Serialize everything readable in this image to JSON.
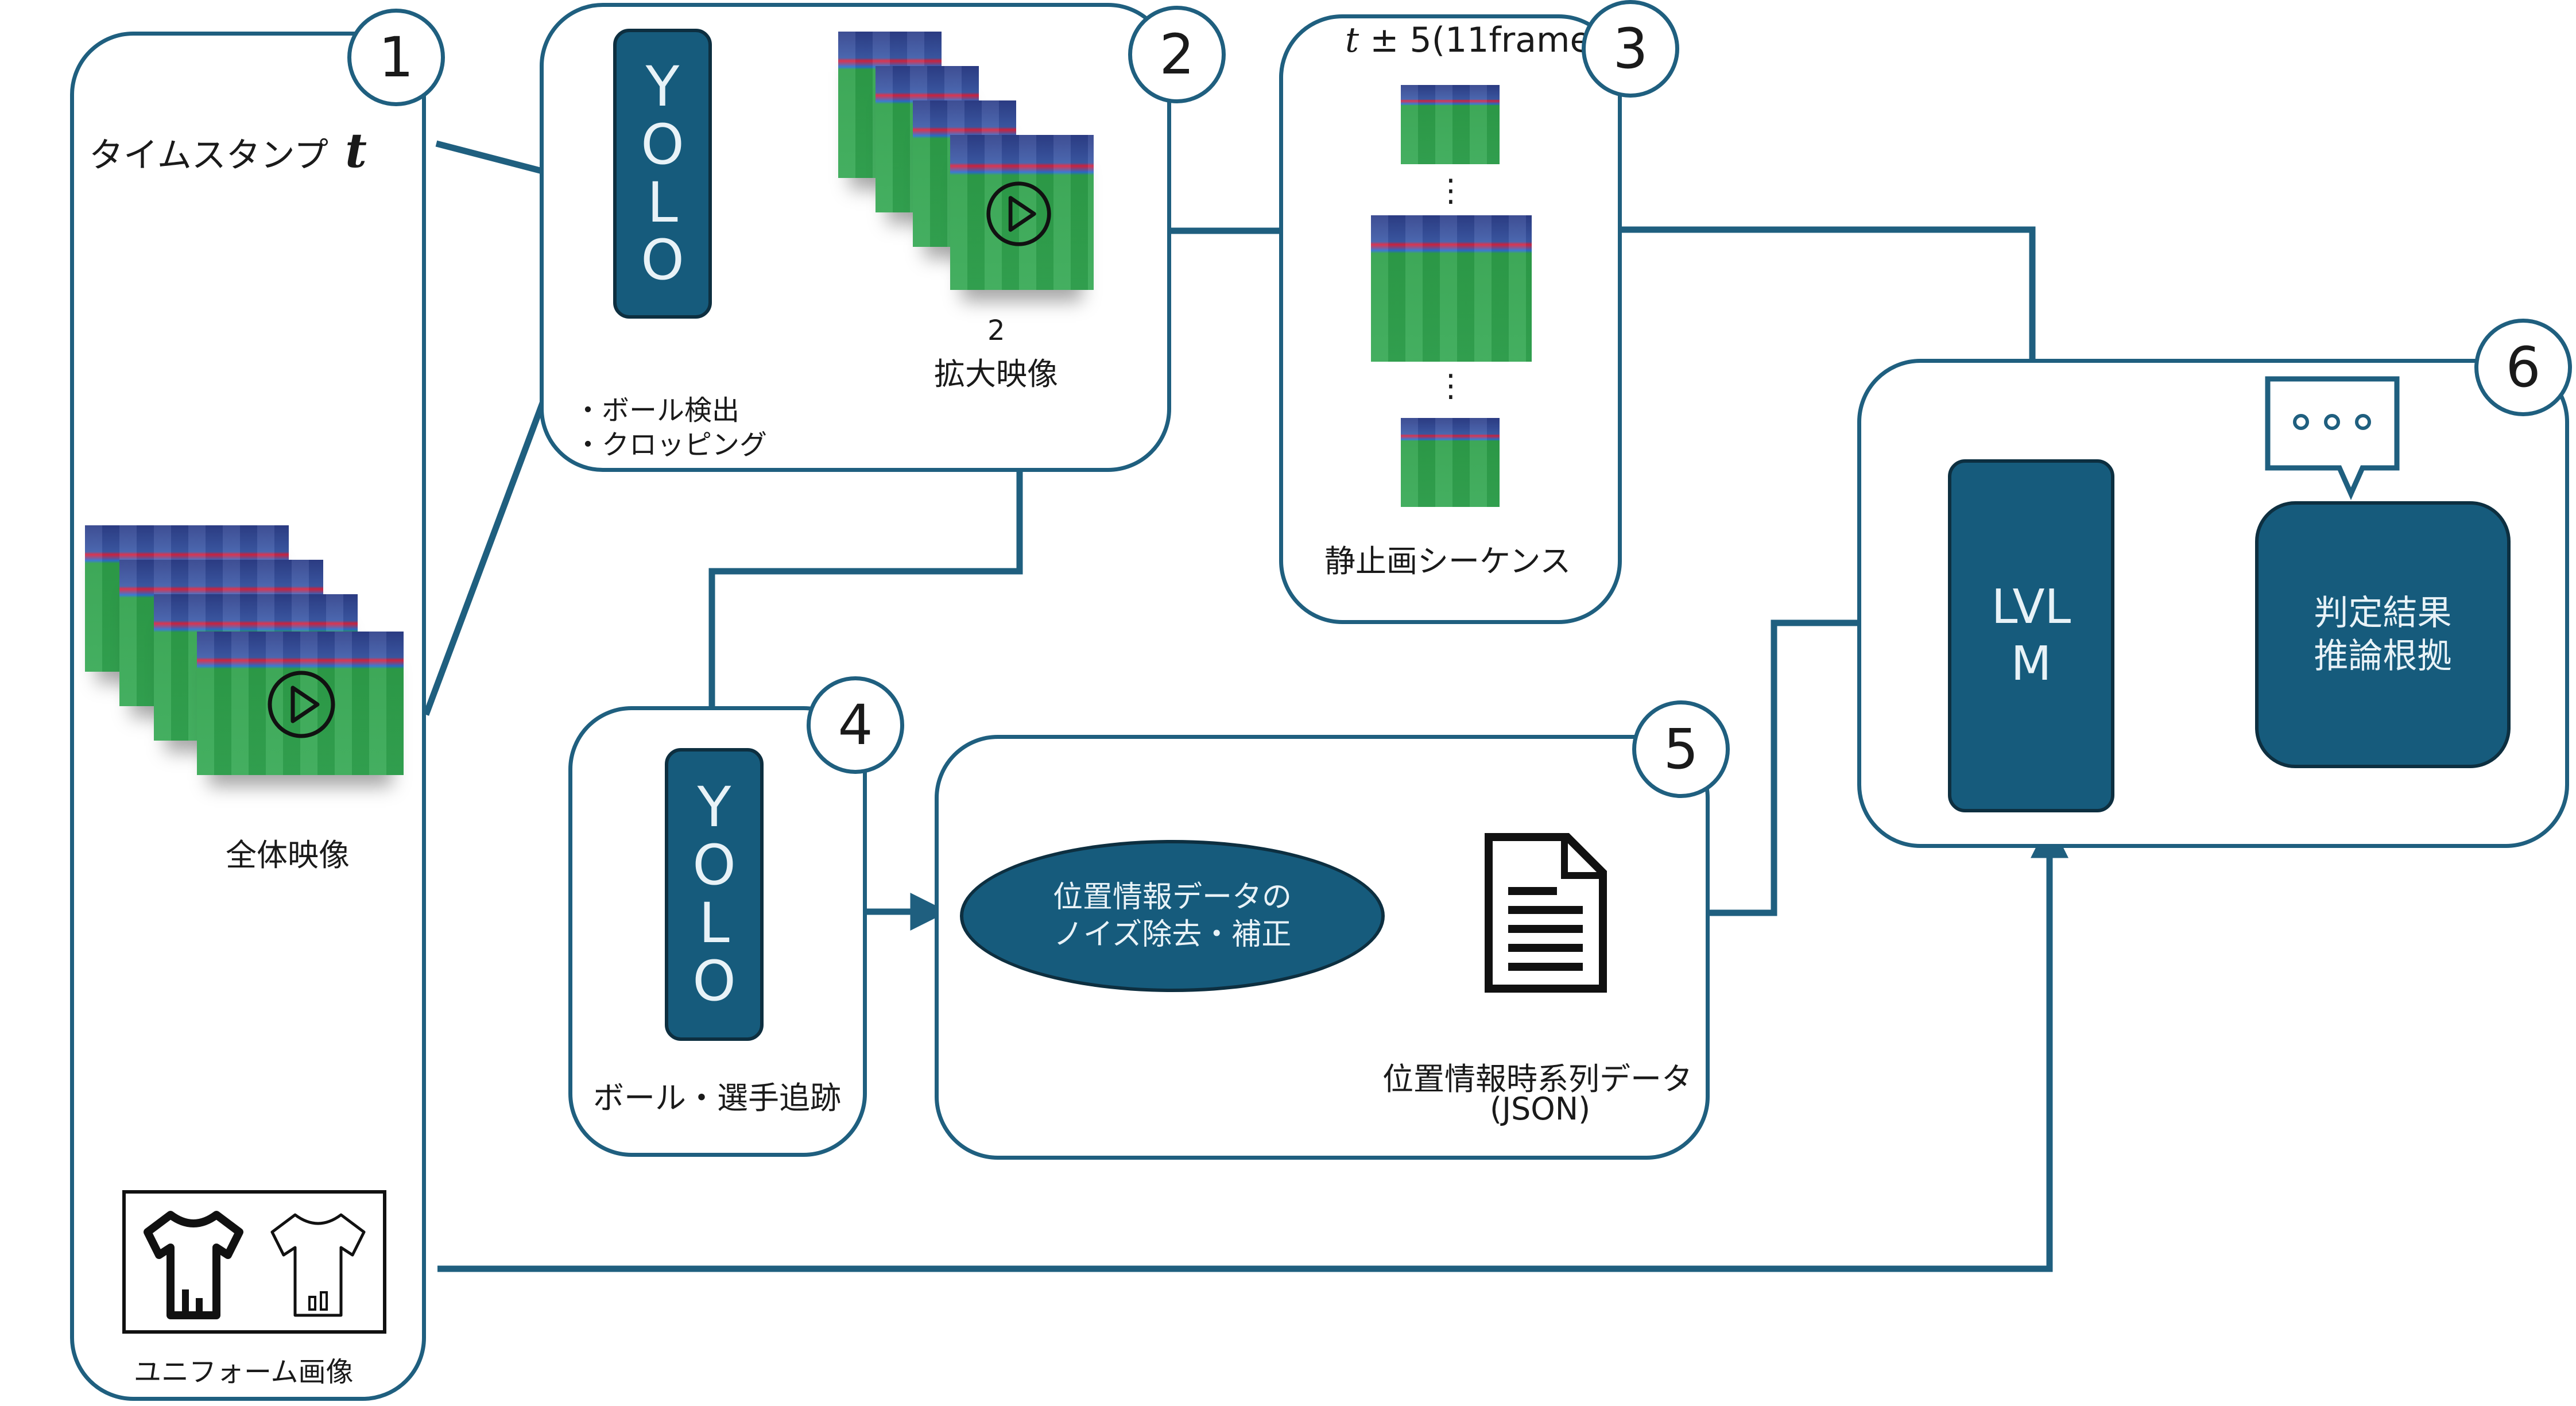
{
  "badges": [
    "1",
    "2",
    "3",
    "4",
    "5",
    "6"
  ],
  "panel1": {
    "timestamp_label": "タイムスタンプ",
    "timestamp_var": "t",
    "full_video_label": "全体映像",
    "uniform_label": "ユニフォーム画像",
    "icons": [
      "play-icon",
      "shirt-icon",
      "shirt-outline-icon"
    ]
  },
  "panel2": {
    "yolo": [
      "Y",
      "O",
      "L",
      "O"
    ],
    "bullets": [
      "・ボール検出",
      "・クロッピング"
    ],
    "zoom_number": "2",
    "zoom_label": "拡大映像"
  },
  "panel3": {
    "header_var": "t",
    "header_rest": "± 5(11frame",
    "dots": "⋮",
    "label": "静止画シーケンス"
  },
  "panel4": {
    "yolo": [
      "Y",
      "O",
      "L",
      "O"
    ],
    "label": "ボール・選手追跡"
  },
  "panel5": {
    "ellipse_line1": "位置情報データの",
    "ellipse_line2": "ノイズ除去・補正",
    "doc_label_line1": "位置情報時系列データ",
    "doc_label_line2": "(JSON)",
    "icon": "document-icon"
  },
  "panel6": {
    "lvlm_line1": "LVL",
    "lvlm_line2": "M",
    "result_line1": "判定結果",
    "result_line2": "推論根拠",
    "icon": "speech-bubble-icon"
  },
  "colors": {
    "stroke": "#1f5f7f",
    "fill": "#165b7c",
    "text_on_dark": "#e8f2f7"
  }
}
